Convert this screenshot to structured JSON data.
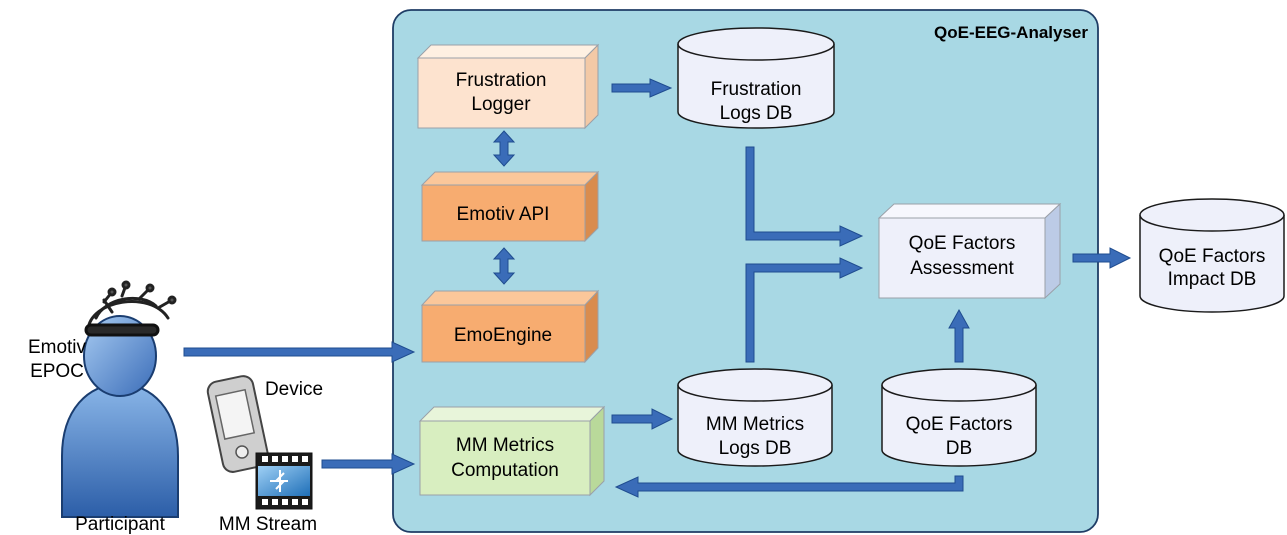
{
  "panel": {
    "title": "QoE-EEG-Analyser",
    "fill": "#a8d8e4"
  },
  "colors": {
    "peach": "#fde3cf",
    "orange": "#f7ac70",
    "green": "#d8eec0",
    "lavender": "#eef0fa",
    "arrow": "#3a6cb8"
  },
  "boxes": {
    "frustration_logger": [
      "Frustration",
      "Logger"
    ],
    "emotiv_api": [
      "Emotiv API"
    ],
    "emoengine": [
      "EmoEngine"
    ],
    "mm_metrics_computation": [
      "MM Metrics",
      "Computation"
    ],
    "qoe_factors_assessment": [
      "QoE Factors",
      "Assessment"
    ]
  },
  "databases": {
    "frustration_logs_db": [
      "Frustration",
      "Logs DB"
    ],
    "mm_metrics_logs_db": [
      "MM Metrics",
      "Logs DB"
    ],
    "qoe_factors_db": [
      "QoE Factors",
      "DB"
    ],
    "qoe_factors_impact_db": [
      "QoE Factors",
      "Impact DB"
    ]
  },
  "external": {
    "headset_label": [
      "Emotiv",
      "EPOC"
    ],
    "participant_label": "Participant",
    "device_label": "Device",
    "stream_label": "MM Stream"
  },
  "icons": [
    "headset-icon",
    "participant-icon",
    "pda-device-icon",
    "film-stream-icon"
  ]
}
